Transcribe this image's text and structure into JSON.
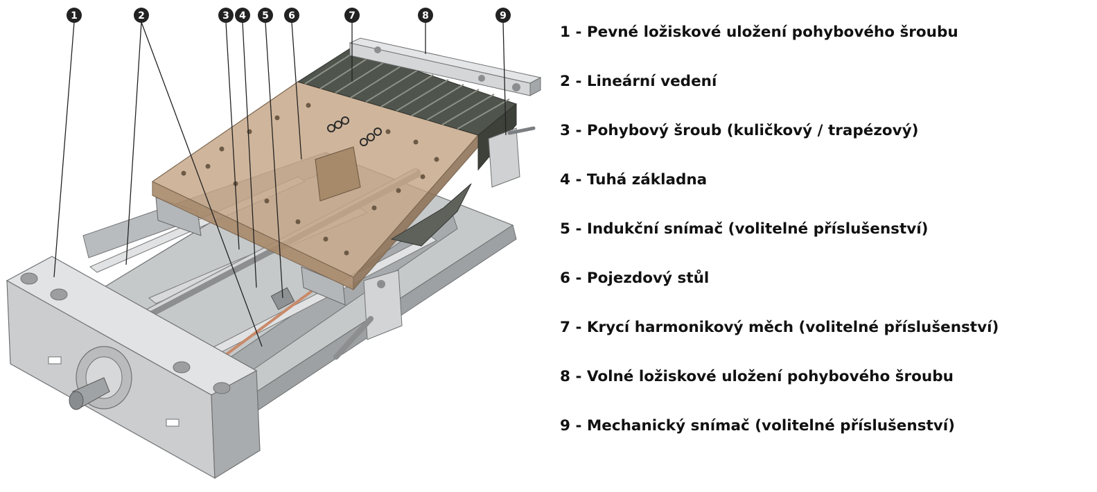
{
  "callouts": [
    "1",
    "2",
    "3",
    "4",
    "5",
    "6",
    "7",
    "8",
    "9"
  ],
  "legend": [
    "1 - Pevné ložiskové uložení pohybového šroubu",
    "2 - Lineární vedení",
    "3 - Pohybový šroub (kuličkový / trapézový)",
    "4 - Tuhá základna",
    "5 - Indukční snímač (volitelné příslušenství)",
    "6 - Pojezdový stůl",
    "7 - Krycí harmonikový měch (volitelné příslušenství)",
    "8 - Volné ložiskové uložení pohybového šroubu",
    "9 - Mechanický snímač (volitelné příslušenství)"
  ],
  "colors": {
    "text": "#111111",
    "callout": "#222222",
    "metal": "#c9cbcc",
    "metal_dark": "#9a9c9e",
    "table": "#c4a585",
    "bellows": "#565a52"
  }
}
